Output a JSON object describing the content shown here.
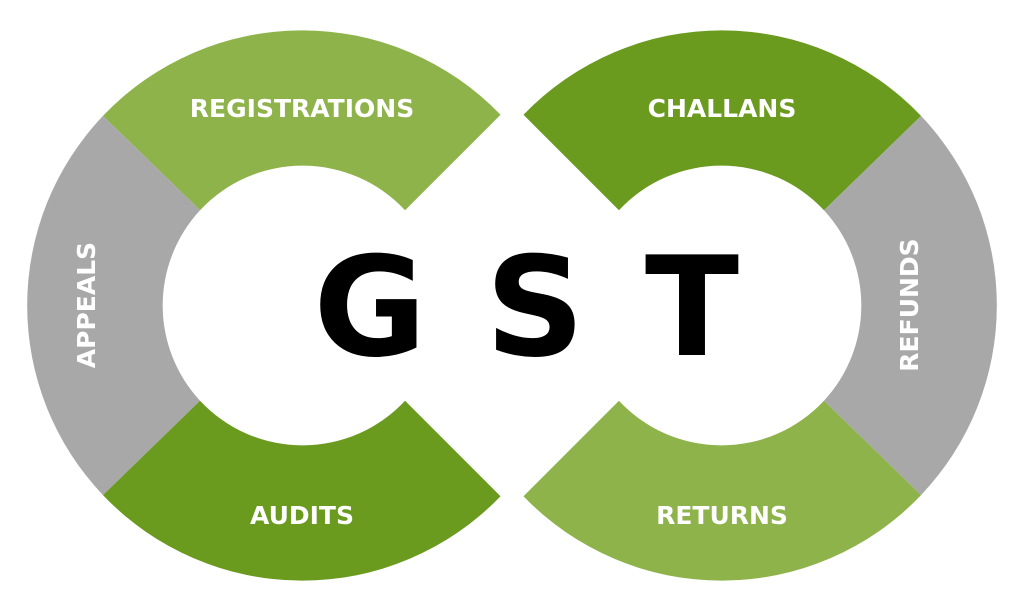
{
  "diagram": {
    "center_letters": [
      "G",
      "S",
      "T"
    ],
    "segments": [
      {
        "label": "REGISTRATIONS",
        "color": "#8db34a"
      },
      {
        "label": "APPEALS",
        "color": "#a8a8a8"
      },
      {
        "label": "AUDITS",
        "color": "#6a9a1e"
      },
      {
        "label": "CHALLANS",
        "color": "#6a9a1e"
      },
      {
        "label": "REFUNDS",
        "color": "#a8a8a8"
      },
      {
        "label": "RETURNS",
        "color": "#8db34a"
      }
    ],
    "colors": {
      "light_green": "#8db34a",
      "dark_green": "#6a9a1e",
      "grey": "#a8a8a8",
      "background": "#ffffff",
      "text": "#000000"
    }
  }
}
